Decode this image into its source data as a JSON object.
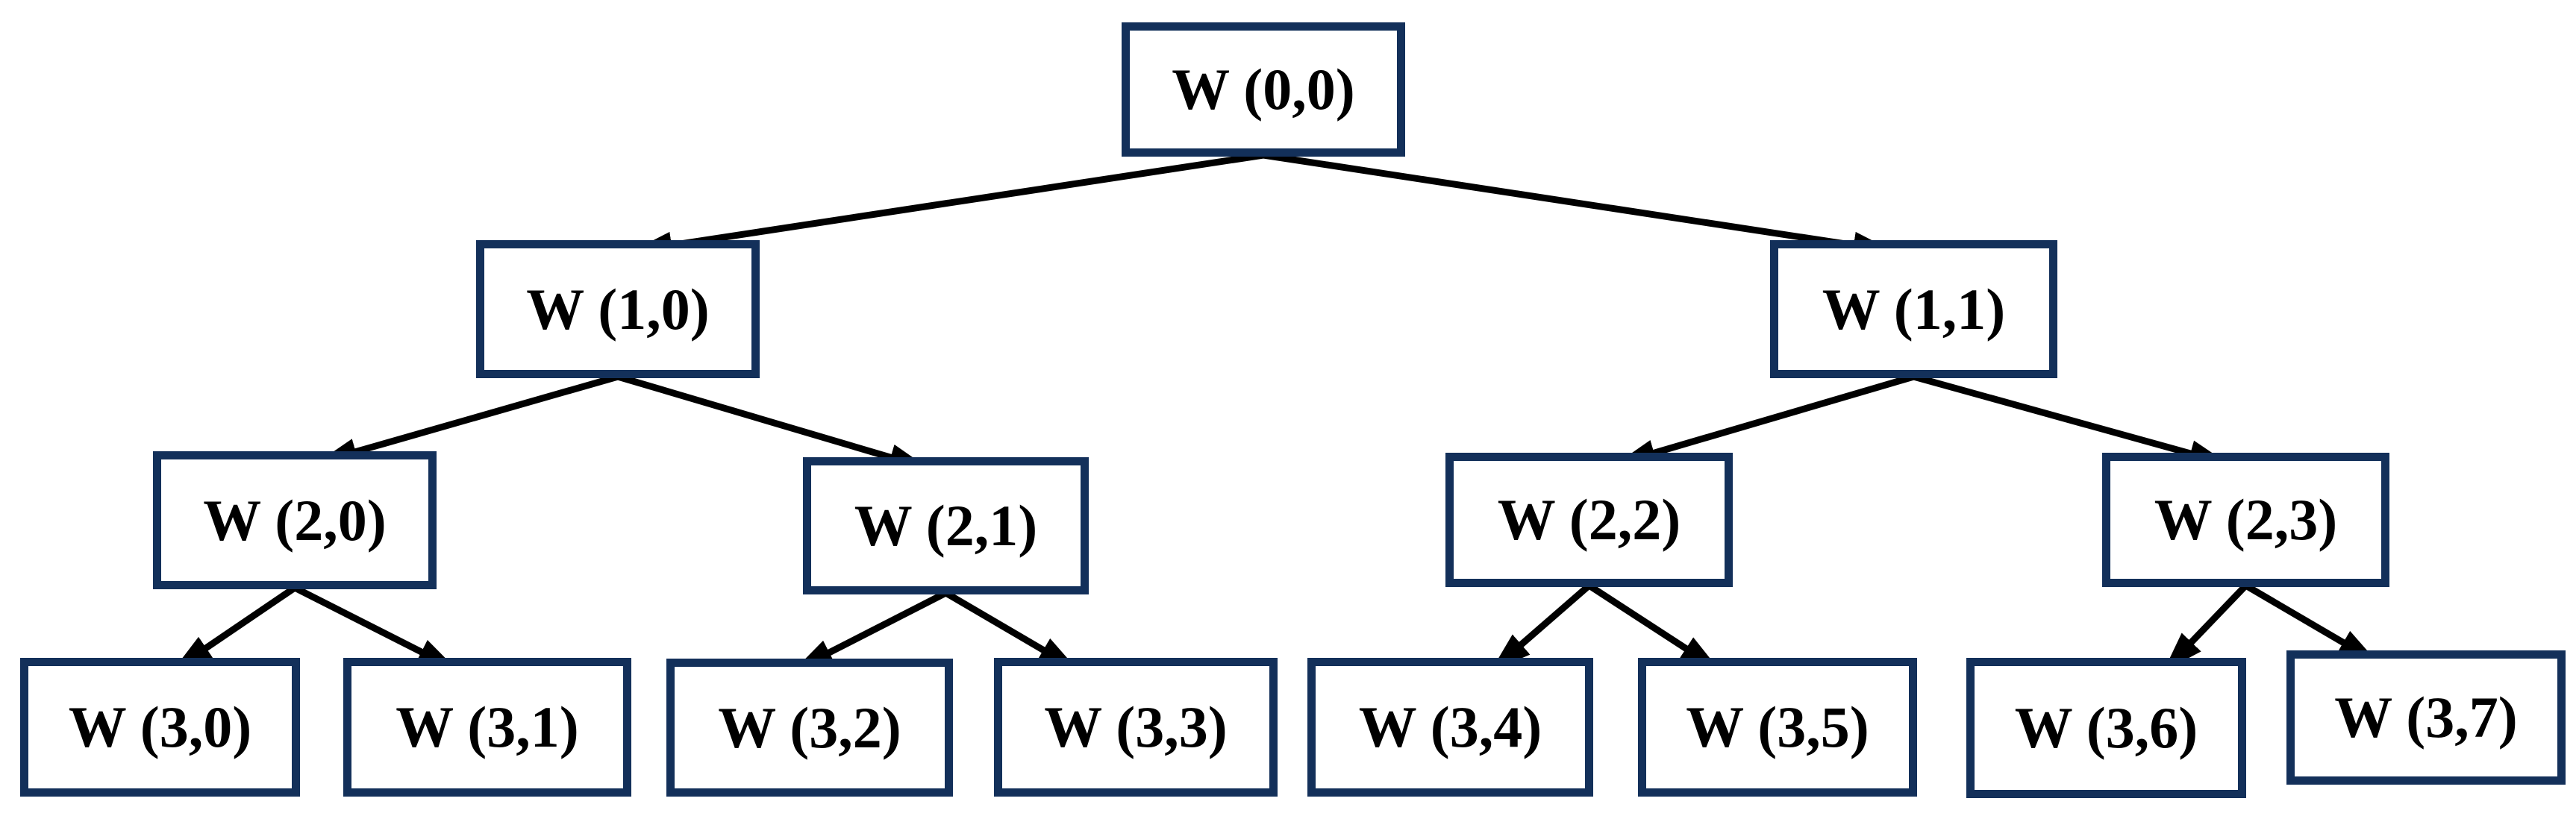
{
  "colors": {
    "node_border": "#13305a",
    "node_fill": "#ffffff",
    "label_text": "#000000",
    "arrow": "#000000",
    "background": "#ffffff"
  },
  "tree": {
    "description": "binary-tree-diagram",
    "nodes": [
      {
        "id": "w00",
        "label": "W (0,0)",
        "level": 0,
        "parent": null
      },
      {
        "id": "w10",
        "label": "W (1,0)",
        "level": 1,
        "parent": "w00"
      },
      {
        "id": "w11",
        "label": "W (1,1)",
        "level": 1,
        "parent": "w00"
      },
      {
        "id": "w20",
        "label": "W (2,0)",
        "level": 2,
        "parent": "w10"
      },
      {
        "id": "w21",
        "label": "W (2,1)",
        "level": 2,
        "parent": "w10"
      },
      {
        "id": "w22",
        "label": "W (2,2)",
        "level": 2,
        "parent": "w11"
      },
      {
        "id": "w23",
        "label": "W (2,3)",
        "level": 2,
        "parent": "w11"
      },
      {
        "id": "w30",
        "label": "W (3,0)",
        "level": 3,
        "parent": "w20"
      },
      {
        "id": "w31",
        "label": "W (3,1)",
        "level": 3,
        "parent": "w20"
      },
      {
        "id": "w32",
        "label": "W (3,2)",
        "level": 3,
        "parent": "w21"
      },
      {
        "id": "w33",
        "label": "W (3,3)",
        "level": 3,
        "parent": "w21"
      },
      {
        "id": "w34",
        "label": "W (3,4)",
        "level": 3,
        "parent": "w22"
      },
      {
        "id": "w35",
        "label": "W (3,5)",
        "level": 3,
        "parent": "w22"
      },
      {
        "id": "w36",
        "label": "W (3,6)",
        "level": 3,
        "parent": "w23"
      },
      {
        "id": "w37",
        "label": "W (3,7)",
        "level": 3,
        "parent": "w23"
      }
    ]
  }
}
